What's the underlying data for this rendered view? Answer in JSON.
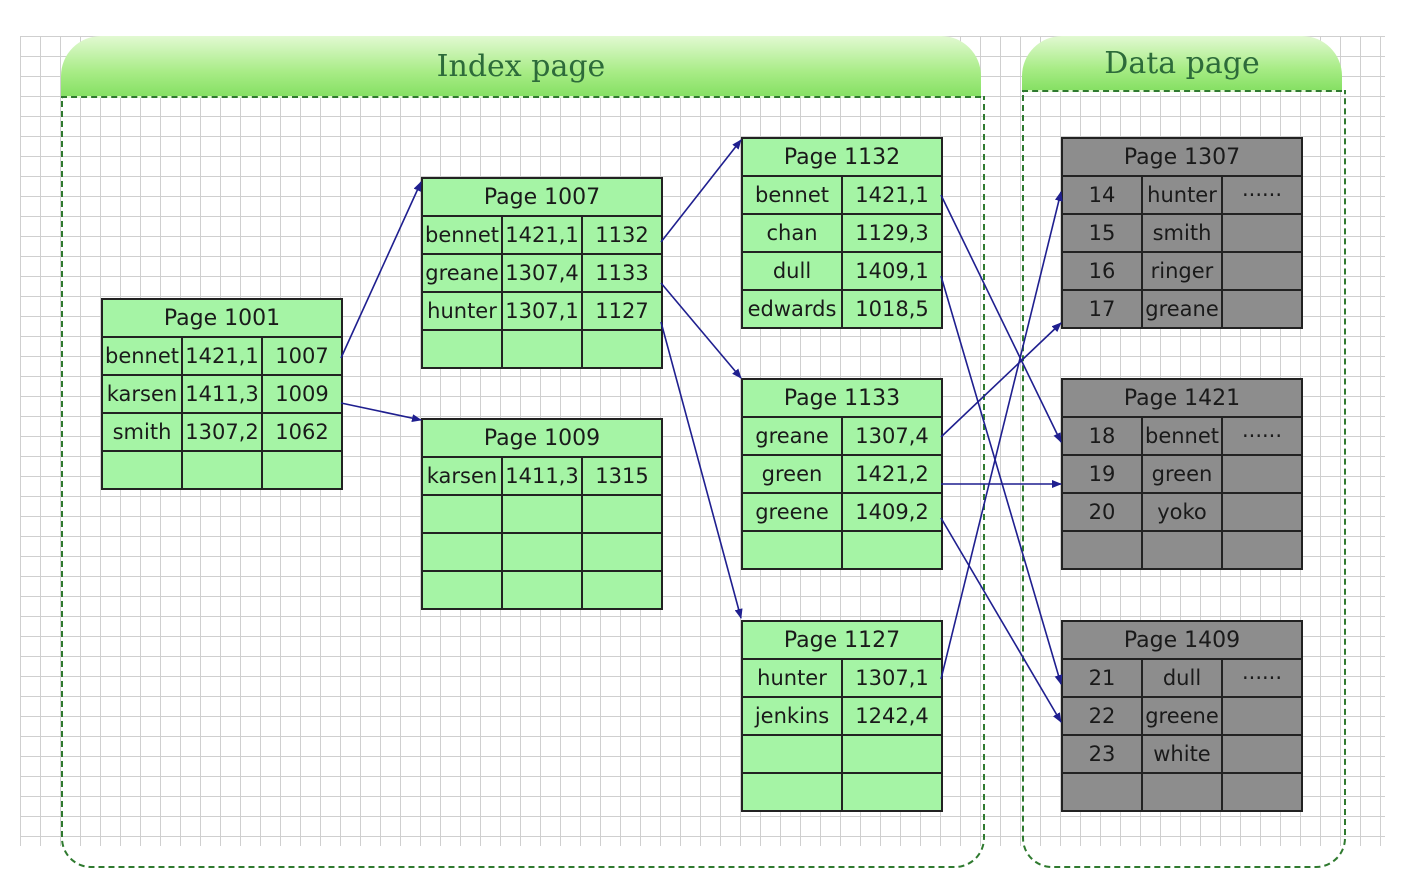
{
  "regions": {
    "index_title": "Index page",
    "data_title": "Data page"
  },
  "index_pages": [
    {
      "title": "Page 1001",
      "rows": [
        [
          "bennet",
          "1421,1",
          "1007"
        ],
        [
          "karsen",
          "1411,3",
          "1009"
        ],
        [
          "smith",
          "1307,2",
          "1062"
        ],
        [
          "",
          "",
          ""
        ]
      ]
    },
    {
      "title": "Page 1007",
      "rows": [
        [
          "bennet",
          "1421,1",
          "1132"
        ],
        [
          "greane",
          "1307,4",
          "1133"
        ],
        [
          "hunter",
          "1307,1",
          "1127"
        ],
        [
          "",
          "",
          ""
        ]
      ]
    },
    {
      "title": "Page 1009",
      "rows": [
        [
          "karsen",
          "1411,3",
          "1315"
        ],
        [
          "",
          "",
          ""
        ],
        [
          "",
          "",
          ""
        ],
        [
          "",
          "",
          ""
        ]
      ]
    },
    {
      "title": "Page 1132",
      "rows": [
        [
          "bennet",
          "1421,1"
        ],
        [
          "chan",
          "1129,3"
        ],
        [
          "dull",
          "1409,1"
        ],
        [
          "edwards",
          "1018,5"
        ]
      ]
    },
    {
      "title": "Page 1133",
      "rows": [
        [
          "greane",
          "1307,4"
        ],
        [
          "green",
          "1421,2"
        ],
        [
          "greene",
          "1409,2"
        ],
        [
          "",
          ""
        ]
      ]
    },
    {
      "title": "Page 1127",
      "rows": [
        [
          "hunter",
          "1307,1"
        ],
        [
          "jenkins",
          "1242,4"
        ],
        [
          "",
          ""
        ],
        [
          "",
          ""
        ]
      ]
    }
  ],
  "data_pages": [
    {
      "title": "Page 1307",
      "rows": [
        [
          "14",
          "hunter",
          "······"
        ],
        [
          "15",
          "smith",
          ""
        ],
        [
          "16",
          "ringer",
          ""
        ],
        [
          "17",
          "greane",
          ""
        ]
      ]
    },
    {
      "title": "Page 1421",
      "rows": [
        [
          "18",
          "bennet",
          "······"
        ],
        [
          "19",
          "green",
          ""
        ],
        [
          "20",
          "yoko",
          ""
        ],
        [
          "",
          "",
          ""
        ]
      ]
    },
    {
      "title": "Page 1409",
      "rows": [
        [
          "21",
          "dull",
          "······"
        ],
        [
          "22",
          "greene",
          ""
        ],
        [
          "23",
          "white",
          ""
        ],
        [
          "",
          "",
          ""
        ]
      ]
    }
  ],
  "colors": {
    "index_cell": "#a5f4a5",
    "data_cell": "#8d8d8d",
    "arrow": "#1f1f8f",
    "region_border": "#2f7a2f",
    "header_text": "#2d6b3a"
  }
}
